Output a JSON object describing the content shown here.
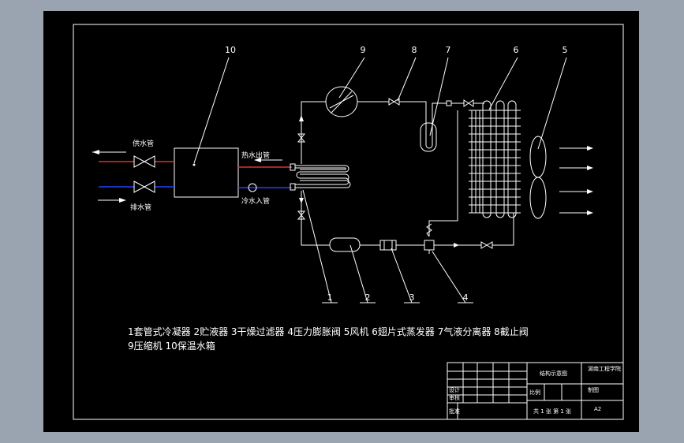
{
  "colors": {
    "background": "#9aa3b0",
    "canvas": "#000000",
    "line": "#ffffff",
    "supply_pipe": "#e03030",
    "drain_pipe": "#2040ff",
    "hot_gas_in": "#e03030",
    "cold_water_in": "#2040ff"
  },
  "callouts": {
    "c1": "1",
    "c2": "2",
    "c3": "3",
    "c4": "4",
    "c5": "5",
    "c6": "6",
    "c7": "7",
    "c8": "8",
    "c9": "9",
    "c10": "10"
  },
  "pipe_labels": {
    "supply": "供水管",
    "drain": "排水管",
    "hot_water_out": "热水出管",
    "cold_water_in": "冷水入管"
  },
  "legend": {
    "line1": "1套管式冷凝器  2贮液器  3干燥过滤器  4压力膨胀阀  5风机  6翅片式蒸发器  7气液分离器  8截止阀",
    "line2": "9压缩机  10保温水箱"
  },
  "title_block": {
    "drawing_name": "结构示意图",
    "school": "湖南工程学院",
    "sheet": "A2",
    "cells": [
      "设计",
      "审核",
      "批准",
      "制图",
      "比例",
      "共 1 张 第 1 张"
    ]
  }
}
